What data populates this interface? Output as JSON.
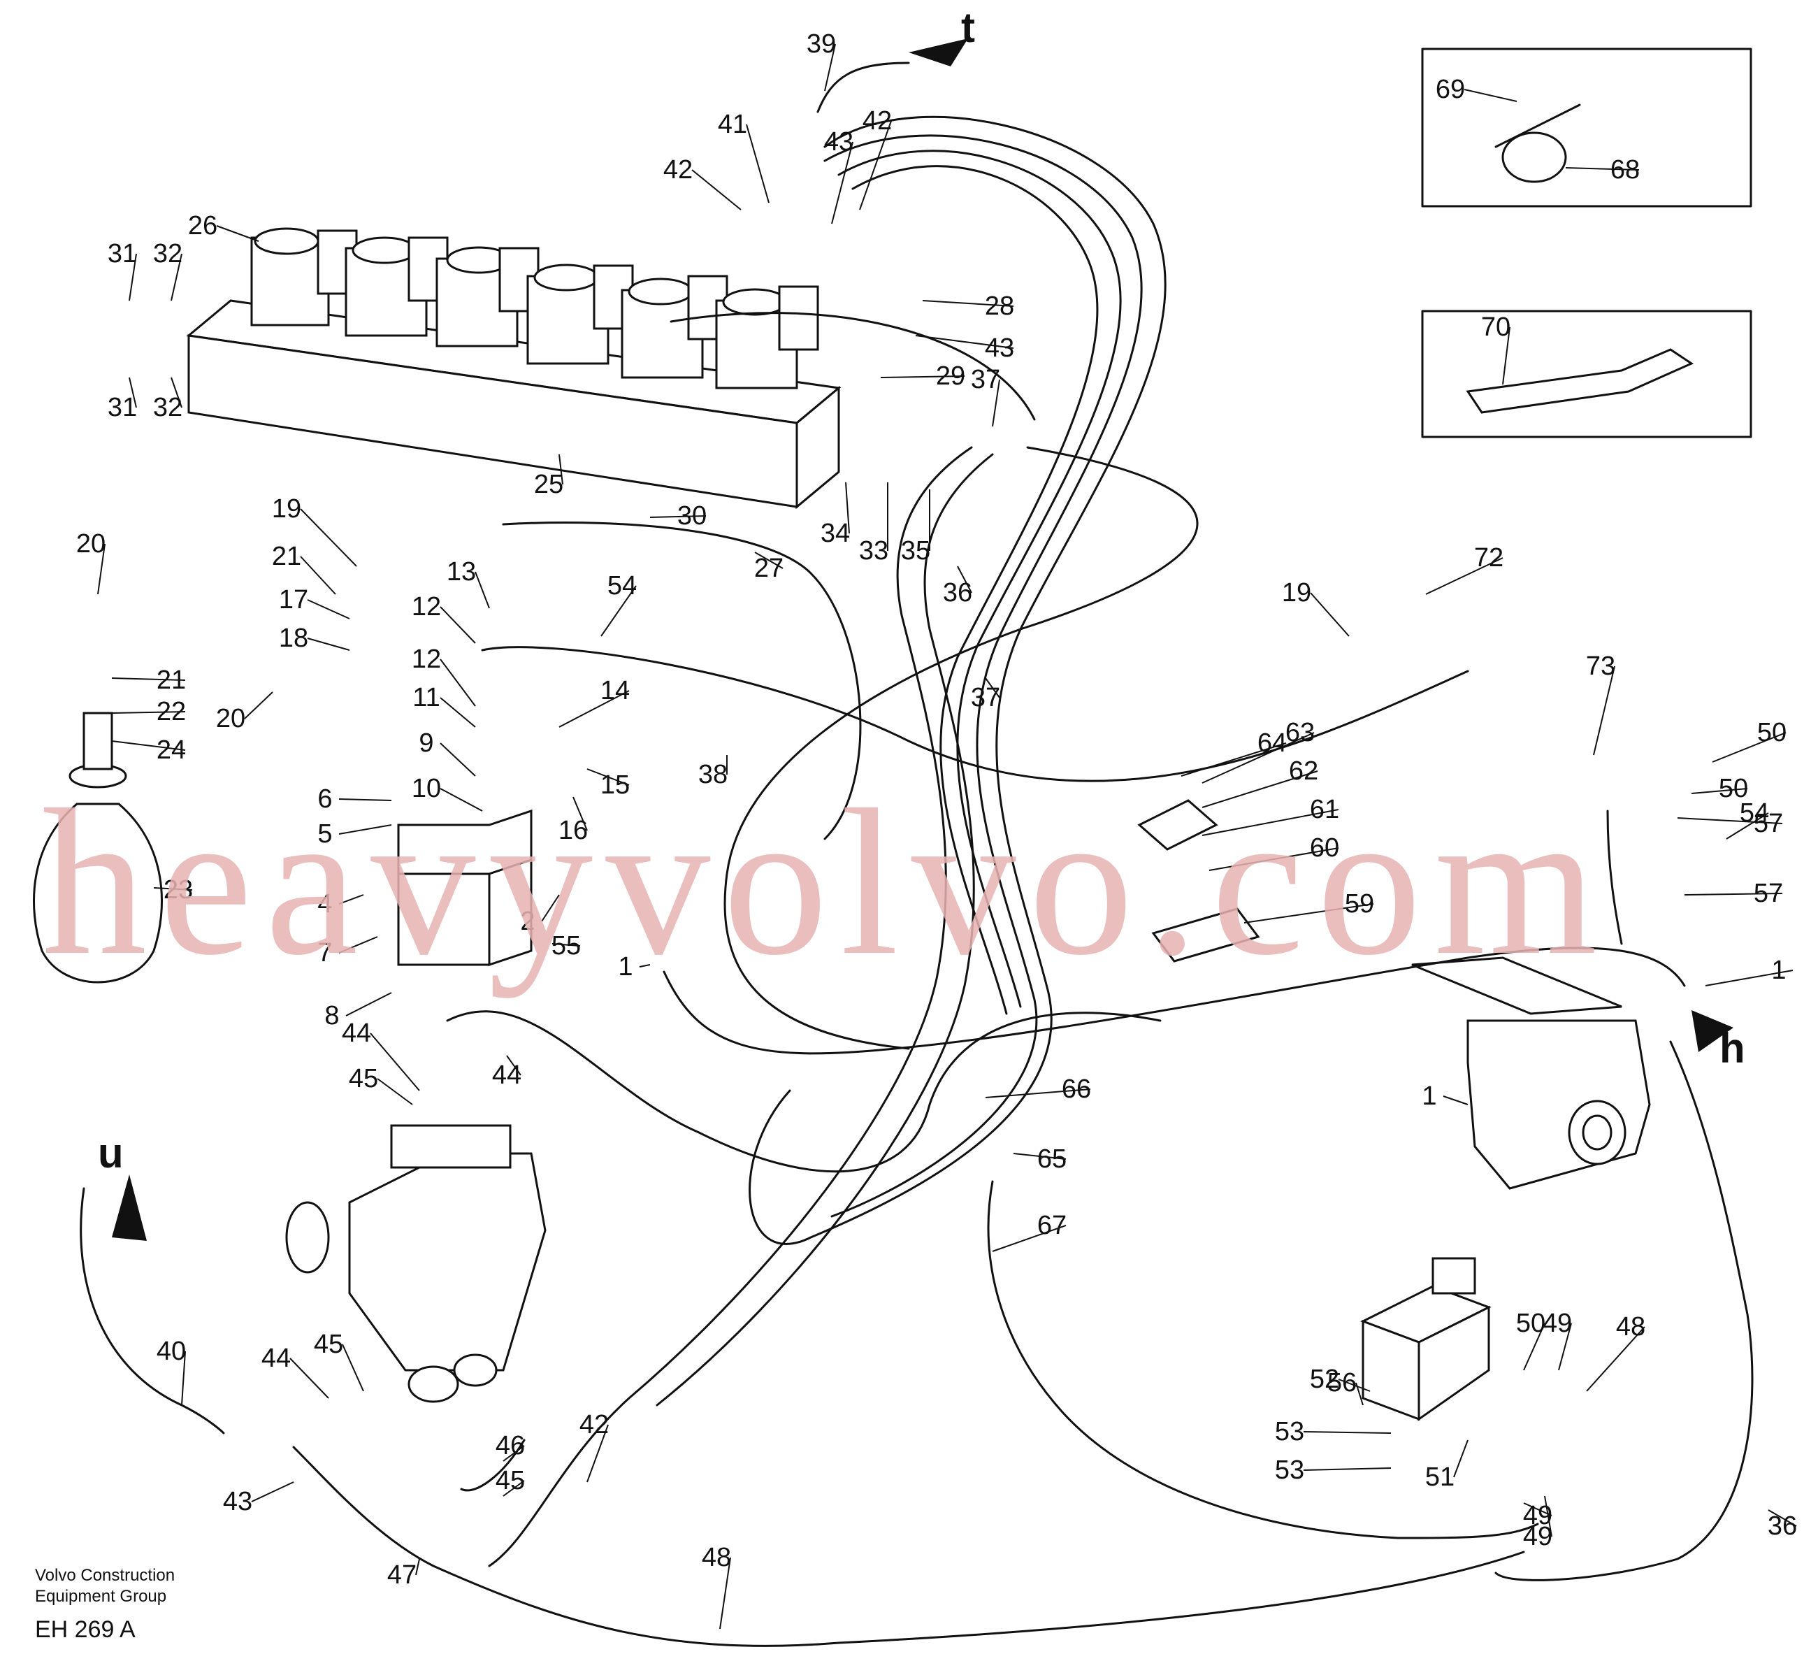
{
  "watermark": "heavyvolvo.com",
  "credit": {
    "line1": "Volvo Construction",
    "line2": "Equipment Group"
  },
  "figure_code": "EH 269 A",
  "direction_markers": [
    "t",
    "u",
    "h"
  ],
  "part_labels": [
    "1",
    "1",
    "1",
    "2",
    "4",
    "5",
    "6",
    "7",
    "8",
    "9",
    "10",
    "11",
    "12",
    "12",
    "13",
    "14",
    "15",
    "16",
    "17",
    "18",
    "19",
    "19",
    "20",
    "20",
    "21",
    "21",
    "22",
    "23",
    "24",
    "25",
    "26",
    "27",
    "28",
    "29",
    "30",
    "31",
    "31",
    "32",
    "32",
    "33",
    "34",
    "35",
    "36",
    "36",
    "37",
    "37",
    "38",
    "39",
    "40",
    "41",
    "42",
    "42",
    "42",
    "43",
    "43",
    "43",
    "44",
    "44",
    "44",
    "45",
    "45",
    "45",
    "46",
    "47",
    "48",
    "48",
    "49",
    "49",
    "49",
    "50",
    "50",
    "50",
    "51",
    "52",
    "53",
    "53",
    "54",
    "54",
    "55",
    "56",
    "57",
    "57",
    "59",
    "60",
    "61",
    "62",
    "63",
    "64",
    "65",
    "66",
    "67",
    "68",
    "69",
    "70",
    "72",
    "73"
  ],
  "icons": [
    "solenoid-valve-block",
    "accumulator",
    "control-valve",
    "foot-pedal-valve",
    "solenoid-valve",
    "hose-clamp-detail",
    "clip-detail"
  ]
}
